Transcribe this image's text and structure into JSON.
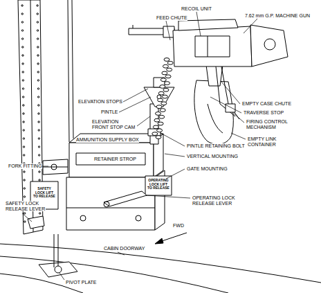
{
  "diagram": {
    "labels": [
      "FEED CHUTE",
      "RECOIL UNIT",
      "7.62 mm G.P. MACHINE GUN",
      "ELEVATION STOPS",
      "PINTLE",
      "ELEVATION FRONT STOP CAM",
      "EMPTY CASE CHUTE",
      "TRAVERSE STOP",
      "FIRING CONTROL MECHANISM",
      "EMPTY LINK CONTAINER",
      "PINTLE RETAINING BOLT",
      "AMMUNITION SUPPLY BOX",
      "VERTICAL MOUNTING",
      "RETAINER STROP",
      "FORK FITTING",
      "GATE MOUNTING",
      "OPERATING LOCK LIFT TO RELEASE",
      "OPERATING LOCK RELEASE LEVER",
      "SAFETY LOCK LIFT TO RELEASE",
      "SAFETY LOCK RELEASE LEVER",
      "FWD",
      "CABIN DOORWAY",
      "PIVOT PLATE"
    ]
  }
}
